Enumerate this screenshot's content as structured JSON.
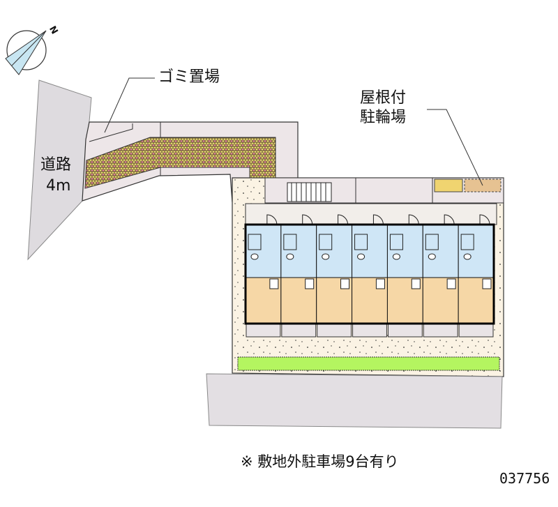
{
  "labels": {
    "garbage": "ゴミ置場",
    "bike_line1": "屋根付",
    "bike_line2": "駐輪場",
    "road_line1": "道路",
    "road_line2": "4m"
  },
  "note": "※ 敷地外駐車場9台有り",
  "property_code": "037756",
  "compass": {
    "north_label": "N"
  },
  "units": {
    "count": 7
  },
  "colors": {
    "road": "#dedbdf",
    "site": "#ede6e8",
    "brick_yellow": "#f3e27a",
    "brick_pink": "#e88aa0",
    "wet_area": "#cfe6f6",
    "room": "#f6d7a6",
    "garden": "#fbf3e4",
    "hedge": "#b4f560",
    "compass_fill": "#c8e6f2"
  }
}
